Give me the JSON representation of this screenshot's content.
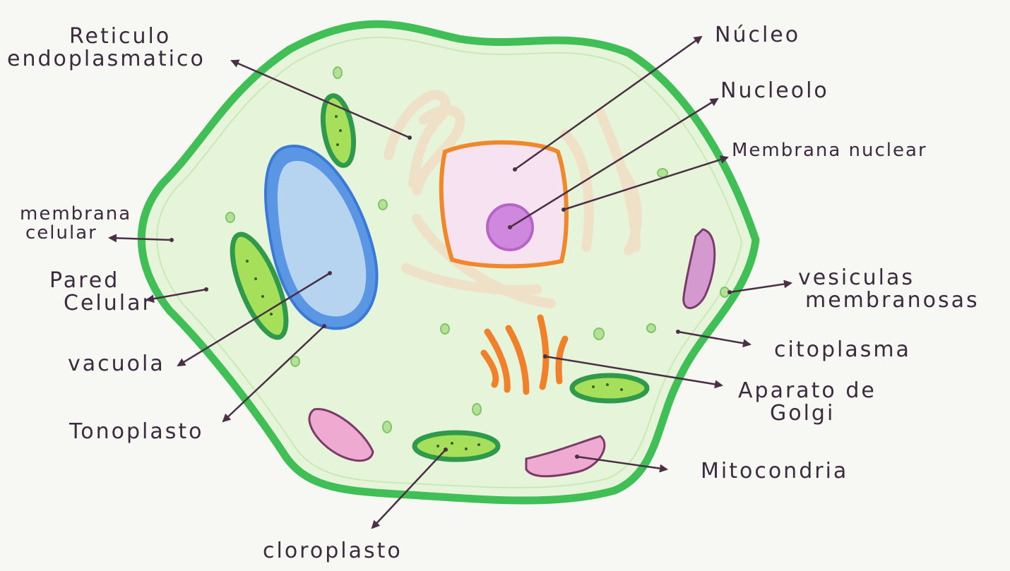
{
  "labels": {
    "reticulo": [
      "Reticulo",
      "endoplasmatico"
    ],
    "nucleo": "Núcleo",
    "nucleolo": "Nucleolo",
    "membrana_nuclear": "Membrana nuclear",
    "membrana_celular": [
      "membrana",
      "celular"
    ],
    "pared_celular": [
      "Pared",
      "Celular"
    ],
    "vacuola": "vacuola",
    "tonoplasto": "Tonoplasto",
    "cloroplasto": "cloroplasto",
    "vesiculas": [
      "vesiculas",
      "membranosas"
    ],
    "citoplasma": "citoplasma",
    "aparato_golgi": [
      "Aparato de",
      "Golgi"
    ],
    "mitocondria": "Mitocondria"
  },
  "colors": {
    "cell_wall": "#3fbf55",
    "cytoplasm": "#e6f4d9",
    "vacuole": "#a9cdee",
    "tonoplast": "#4a8be0",
    "nucleus_fill": "#f6dff0",
    "nuclear_membrane": "#f08a2a",
    "nucleolus": "#c77cd6",
    "chloroplast_fill": "#a8e05c",
    "chloroplast_edge": "#2f9a4c",
    "mitochondria": "#e6a3c4",
    "golgi": "#f0802a",
    "er": "#f3e6cf",
    "pointer": "#4a2f45"
  }
}
